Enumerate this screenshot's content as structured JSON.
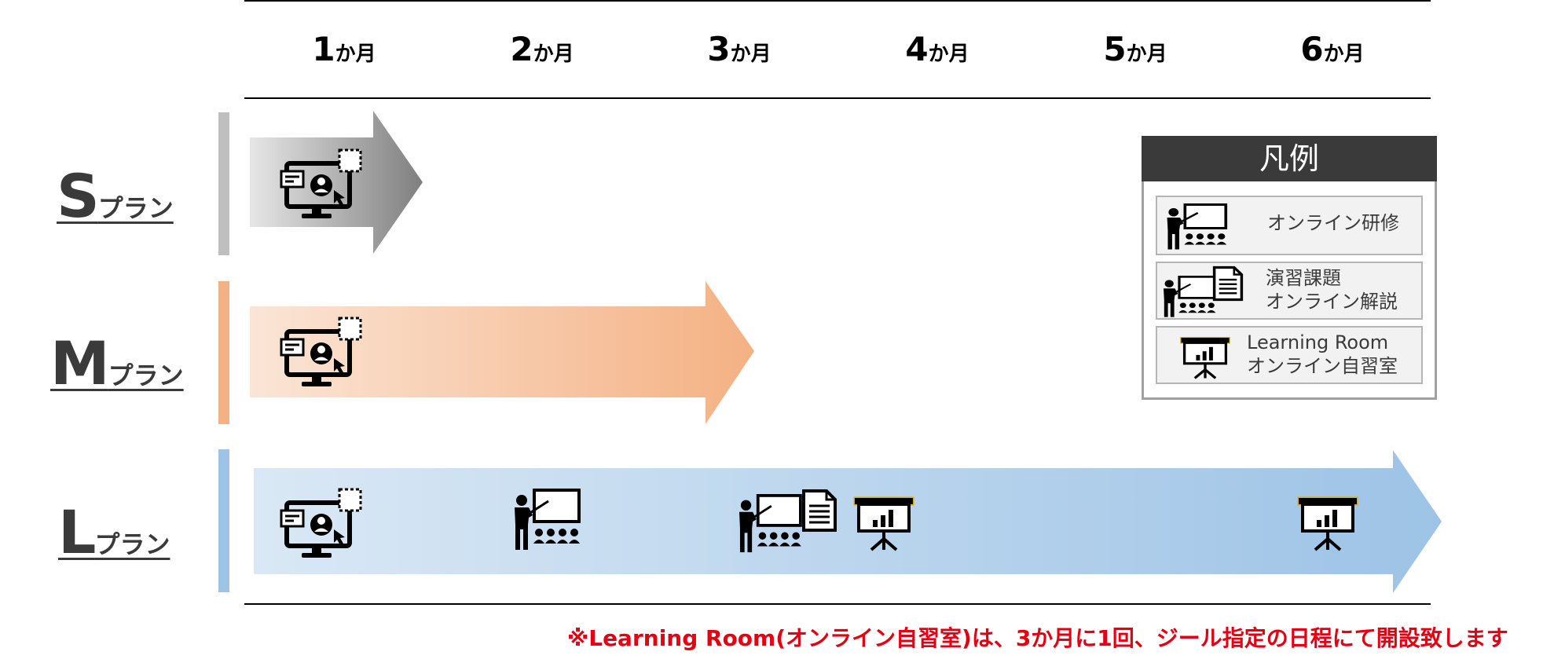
{
  "months": [
    {
      "num": "1",
      "unit": "か月"
    },
    {
      "num": "2",
      "unit": "か月"
    },
    {
      "num": "3",
      "unit": "か月"
    },
    {
      "num": "4",
      "unit": "か月"
    },
    {
      "num": "5",
      "unit": "か月"
    },
    {
      "num": "6",
      "unit": "か月"
    }
  ],
  "plans": [
    {
      "letter": "S",
      "suffix": "プラン",
      "color": "#bfbfbf"
    },
    {
      "letter": "M",
      "suffix": "プラン",
      "color": "#f4b183"
    },
    {
      "letter": "L",
      "suffix": "プラン",
      "color": "#9dc3e6"
    }
  ],
  "legend": {
    "title": "凡例",
    "items": [
      {
        "icon": "teacher-icon",
        "lines": [
          "オンライン研修"
        ]
      },
      {
        "icon": "teacher-document-icon",
        "lines": [
          "演習課題",
          "オンライン解説"
        ]
      },
      {
        "icon": "presentation-board-icon",
        "lines": [
          "Learning Room",
          "オンライン自習室"
        ]
      }
    ]
  },
  "footnote": "※Learning Room(オンライン自習室)は、3か月に1回、ジール指定の日程にて開設致します",
  "colors": {
    "footnote": "#e60012",
    "legend_header_bg": "#3a3a3a",
    "board_gold": "#e0a800"
  }
}
